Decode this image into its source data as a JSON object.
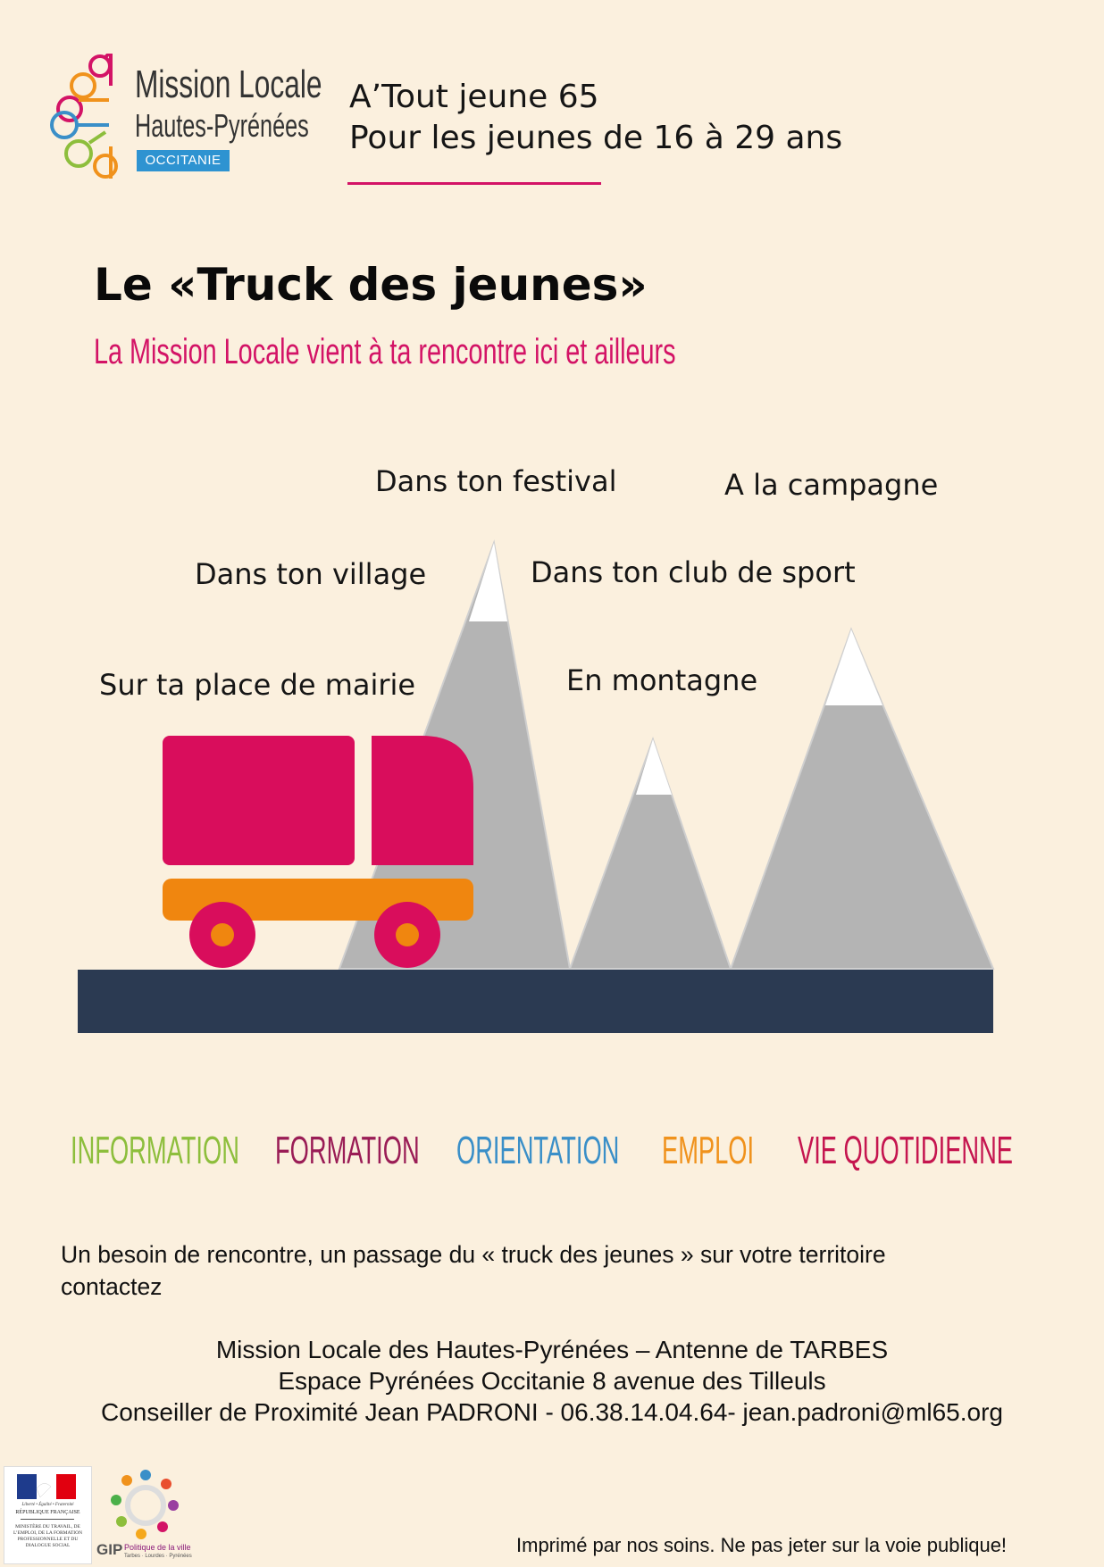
{
  "logo": {
    "line1": "Mission Locale",
    "line2": "Hautes-Pyrénées",
    "badge": "OCCITANIE"
  },
  "header": {
    "line1": "A’Tout jeune 65",
    "line2": "Pour les jeunes de 16 à 29 ans",
    "accent_color": "#D31366"
  },
  "title": "Le «Truck des jeunes»",
  "subtitle": "La Mission Locale vient à ta rencontre ici et  ailleurs",
  "places": {
    "festival": "Dans ton festival",
    "campagne": "A la campagne",
    "village": "Dans ton village",
    "club": "Dans ton club de sport",
    "mairie": "Sur ta place de mairie",
    "montagne": "En montagne"
  },
  "themes": [
    {
      "label": "INFORMATION",
      "color": "#8DBE3C"
    },
    {
      "label": "FORMATION",
      "color": "#9A1D56"
    },
    {
      "label": "ORIENTATION",
      "color": "#3A8FC8"
    },
    {
      "label": "EMPLOI",
      "color": "#F0921C"
    },
    {
      "label": "VIE QUOTIDIENNE",
      "color": "#C5154F"
    }
  ],
  "request": {
    "line1": "Un besoin de rencontre, un passage du « truck des jeunes » sur votre territoire",
    "line2": "contactez"
  },
  "contact": {
    "line1": "Mission Locale des Hautes-Pyrénées – Antenne de TARBES",
    "line2": "Espace Pyrénées Occitanie 8 avenue des Tilleuls",
    "line3": "Conseiller de Proximité Jean PADRONI - 06.38.14.04.64- jean.padroni@ml65.org"
  },
  "footer": {
    "ministry_motto": "Liberté • Égalité • Fraternité",
    "ministry_republic": "RÉPUBLIQUE FRANÇAISE",
    "ministry_name": "MINISTÈRE DU TRAVAIL, DE L’EMPLOI, DE LA FORMATION PROFESSIONNELLE ET DU DIALOGUE SOCIAL",
    "gip_label": "GIP",
    "gip_sub1": "Politique de la ville",
    "gip_sub2": "Tarbes · Lourdes · Pyrénées",
    "notice": "Imprimé par nos soins. Ne pas jeter sur la voie publique!"
  }
}
